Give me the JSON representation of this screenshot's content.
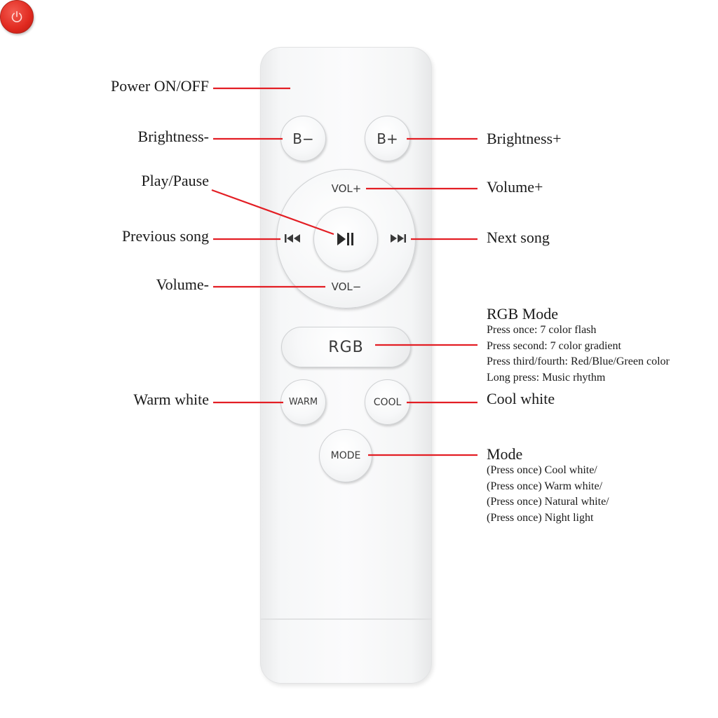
{
  "remote": {
    "buttons": {
      "power_icon": "power-icon",
      "b_minus": "B−",
      "b_plus": "B+",
      "vol_up": "VOL+",
      "vol_down": "VOL−",
      "prev_icon": "previous-track-icon",
      "next_icon": "next-track-icon",
      "play_icon": "play-pause-icon",
      "rgb": "RGB",
      "warm": "WARM",
      "cool": "COOL",
      "mode": "MODE"
    }
  },
  "callouts": {
    "power": "Power ON/OFF",
    "brightness_minus": "Brightness-",
    "brightness_plus": "Brightness+",
    "play_pause": "Play/Pause",
    "volume_plus": "Volume+",
    "previous_song": "Previous song",
    "next_song": "Next song",
    "volume_minus": "Volume-",
    "rgb_mode": {
      "title": "RGB Mode",
      "lines": [
        "Press once: 7 color flash",
        "Press second: 7 color gradient",
        "Press third/fourth: Red/Blue/Green color",
        "Long press: Music rhythm"
      ]
    },
    "warm_white": "Warm white",
    "cool_white": "Cool white",
    "mode": {
      "title": "Mode",
      "lines": [
        "(Press once) Cool white/",
        "(Press once) Warm white/",
        "(Press once) Natural white/",
        "(Press once) Night light"
      ]
    }
  },
  "colors": {
    "leader_line": "#e31e24",
    "power_button": "#e0291f",
    "remote_body": "#f6f7f8",
    "text": "#1a1a1a"
  }
}
